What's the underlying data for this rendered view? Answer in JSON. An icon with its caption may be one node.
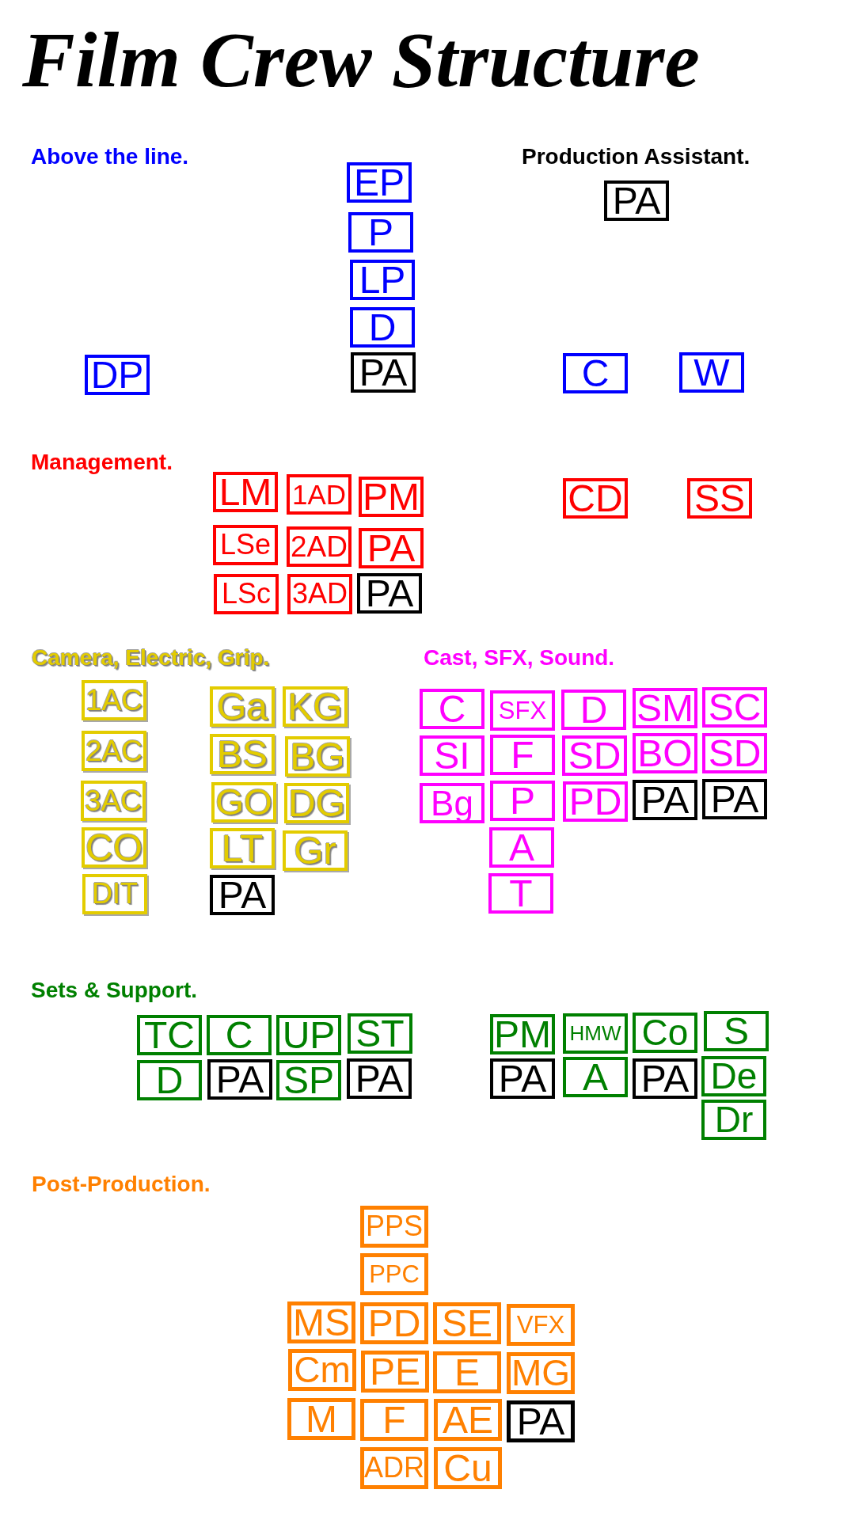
{
  "diagram": {
    "title": "Film Crew Structure",
    "nodes": [
      {
        "text": [
          "EP"
        ]
      },
      {
        "text": [
          "PA"
        ]
      },
      {
        "text": [
          "P"
        ]
      },
      {
        "text": [
          "LP"
        ]
      },
      {
        "text": [
          "D"
        ]
      },
      {
        "text": [
          "DP"
        ]
      },
      {
        "text": [
          "PA"
        ]
      },
      {
        "text": [
          "C"
        ]
      },
      {
        "text": [
          "W"
        ]
      },
      {
        "text": [
          "LM"
        ]
      },
      {
        "text": [
          "1AD"
        ]
      },
      {
        "text": [
          "PM"
        ]
      },
      {
        "text": [
          "CD"
        ]
      },
      {
        "text": [
          "SS"
        ]
      },
      {
        "text": [
          "LSe"
        ]
      },
      {
        "text": [
          "2AD"
        ]
      },
      {
        "text": [
          "PA"
        ]
      },
      {
        "text": [
          "LSc"
        ]
      },
      {
        "text": [
          "3AD"
        ]
      },
      {
        "text": [
          "PA"
        ]
      },
      {
        "text": [
          "1AC"
        ]
      },
      {
        "text": [
          "Ga"
        ]
      },
      {
        "text": [
          "KG"
        ]
      },
      {
        "text": [
          "2AC"
        ]
      },
      {
        "text": [
          "BS"
        ]
      },
      {
        "text": [
          "BG"
        ]
      },
      {
        "text": [
          "3AC"
        ]
      },
      {
        "text": [
          "GO"
        ]
      },
      {
        "text": [
          "DG"
        ]
      },
      {
        "text": [
          "CO"
        ]
      },
      {
        "text": [
          "LT"
        ]
      },
      {
        "text": [
          "Gr"
        ]
      },
      {
        "text": [
          "DIT"
        ]
      },
      {
        "text": [
          "PA"
        ]
      },
      {
        "text": [
          "C"
        ]
      },
      {
        "text": [
          "SFX"
        ]
      },
      {
        "text": [
          "D"
        ]
      },
      {
        "text": [
          "SM"
        ]
      },
      {
        "text": [
          "SC"
        ]
      },
      {
        "text": [
          "SI"
        ]
      },
      {
        "text": [
          "F"
        ]
      },
      {
        "text": [
          "SD"
        ]
      },
      {
        "text": [
          "BO"
        ]
      },
      {
        "text": [
          "SD"
        ]
      },
      {
        "text": [
          "Bg"
        ]
      },
      {
        "text": [
          "P"
        ]
      },
      {
        "text": [
          "PD"
        ]
      },
      {
        "text": [
          "PA"
        ]
      },
      {
        "text": [
          "PA"
        ]
      },
      {
        "text": [
          "A"
        ]
      },
      {
        "text": [
          "T"
        ]
      },
      {
        "text": [
          "TC"
        ]
      },
      {
        "text": [
          "C"
        ]
      },
      {
        "text": [
          "UP"
        ]
      },
      {
        "text": [
          "ST"
        ]
      },
      {
        "text": [
          "PM"
        ]
      },
      {
        "text": [
          "HMW"
        ]
      },
      {
        "text": [
          "Co"
        ]
      },
      {
        "text": [
          "S"
        ]
      },
      {
        "text": [
          "D"
        ]
      },
      {
        "text": [
          "PA"
        ]
      },
      {
        "text": [
          "SP"
        ]
      },
      {
        "text": [
          "PA"
        ]
      },
      {
        "text": [
          "PA"
        ]
      },
      {
        "text": [
          "A"
        ]
      },
      {
        "text": [
          "PA"
        ]
      },
      {
        "text": [
          "De"
        ]
      },
      {
        "text": [
          "Dr"
        ]
      },
      {
        "text": [
          "PPS"
        ]
      },
      {
        "text": [
          "PPC"
        ]
      },
      {
        "text": [
          "MS"
        ]
      },
      {
        "text": [
          "PD"
        ]
      },
      {
        "text": [
          "SE"
        ]
      },
      {
        "text": [
          "VFX"
        ]
      },
      {
        "text": [
          "Cm"
        ]
      },
      {
        "text": [
          "PE"
        ]
      },
      {
        "text": [
          "E"
        ]
      },
      {
        "text": [
          "MG"
        ]
      },
      {
        "text": [
          "M"
        ]
      },
      {
        "text": [
          "F"
        ]
      },
      {
        "text": [
          "AE"
        ]
      },
      {
        "text": [
          "PA"
        ]
      },
      {
        "text": [
          "ADR"
        ]
      },
      {
        "text": [
          "Cu"
        ]
      }
    ],
    "labels": [
      "Above the line.",
      "Production Assistant.",
      "Management.",
      "Camera, Electric, Grip.",
      "Cast, SFX, Sound.",
      "Sets & Support.",
      "Post-Production."
    ]
  }
}
